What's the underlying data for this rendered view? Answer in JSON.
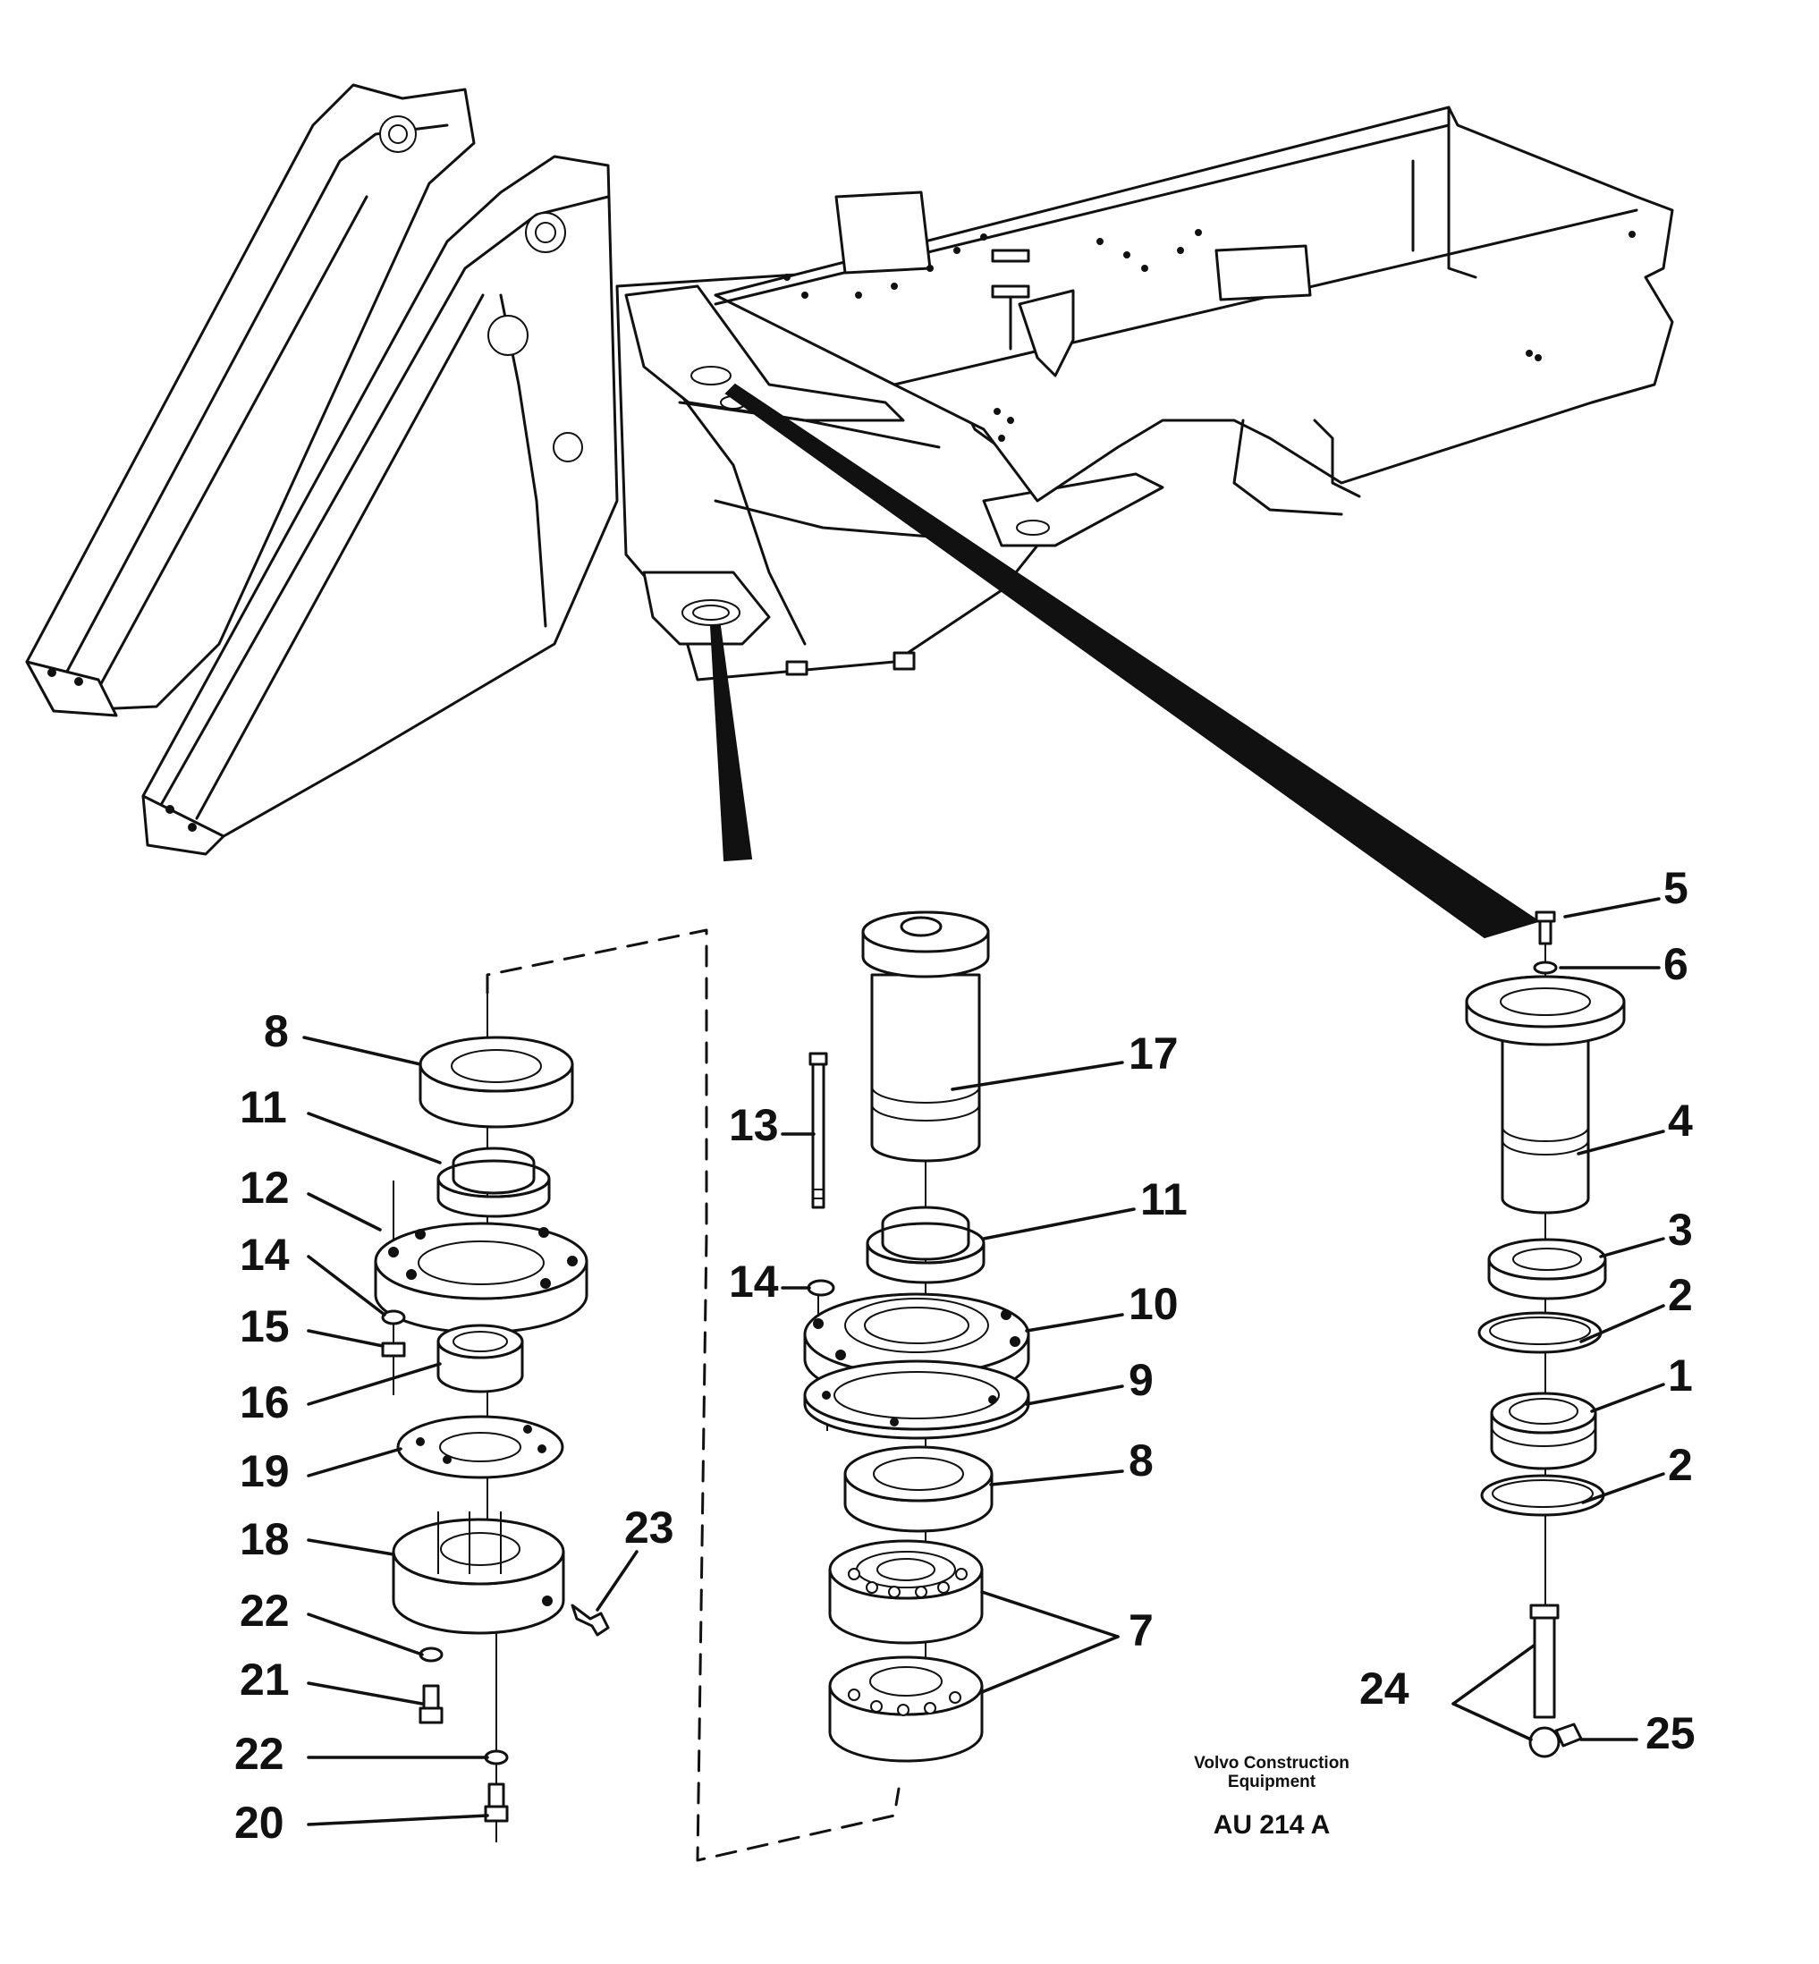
{
  "callouts": {
    "c5": "5",
    "c6": "6",
    "c4": "4",
    "c3": "3",
    "c2a": "2",
    "c1": "1",
    "c2b": "2",
    "c24": "24",
    "c25": "25",
    "c17": "17",
    "c13": "13",
    "c11m": "11",
    "c14m": "14",
    "c10": "10",
    "c9": "9",
    "c8m": "8",
    "c7": "7",
    "c8l": "8",
    "c11l": "11",
    "c12": "12",
    "c14l": "14",
    "c15": "15",
    "c16": "16",
    "c19": "19",
    "c18": "18",
    "c23": "23",
    "c22a": "22",
    "c21": "21",
    "c22b": "22",
    "c20": "20"
  },
  "credit": {
    "line1": "Volvo Construction",
    "line2": "Equipment",
    "code": "AU 214 A"
  }
}
